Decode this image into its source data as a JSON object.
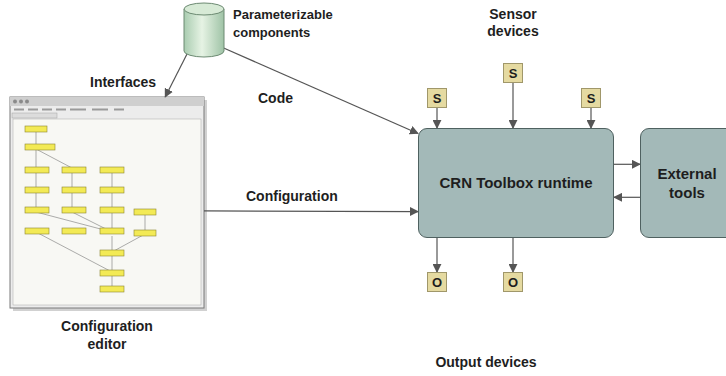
{
  "diagram": {
    "nodes": [
      {
        "text": [
          "Parameterizable components"
        ]
      },
      {
        "text": [
          "S"
        ]
      },
      {
        "text": [
          "S"
        ]
      },
      {
        "text": [
          "S"
        ]
      },
      {
        "text": [
          "Configuration editor"
        ]
      },
      {
        "text": [
          "CRN Toolbox runtime"
        ]
      },
      {
        "text": [
          "External tools"
        ]
      },
      {
        "text": [
          "O"
        ]
      },
      {
        "text": [
          "O"
        ]
      }
    ],
    "edges": [
      {
        "from": 0,
        "to": 4,
        "label": "Interfaces",
        "arrow": "to"
      },
      {
        "from": 0,
        "to": 5,
        "label": "Code",
        "arrow": "to"
      },
      {
        "from": 4,
        "to": 5,
        "label": "Configuration",
        "arrow": "to"
      },
      {
        "from": 1,
        "to": 5,
        "arrow": "to"
      },
      {
        "from": 2,
        "to": 5,
        "arrow": "to"
      },
      {
        "from": 3,
        "to": 5,
        "arrow": "to"
      },
      {
        "from": 5,
        "to": 6,
        "arrow": "to"
      },
      {
        "from": 6,
        "to": 5,
        "arrow": "to"
      },
      {
        "from": 5,
        "to": 7,
        "arrow": "to"
      },
      {
        "from": 5,
        "to": 8,
        "arrow": "to"
      }
    ],
    "labels": [
      "Sensor devices",
      "Output devices"
    ]
  }
}
